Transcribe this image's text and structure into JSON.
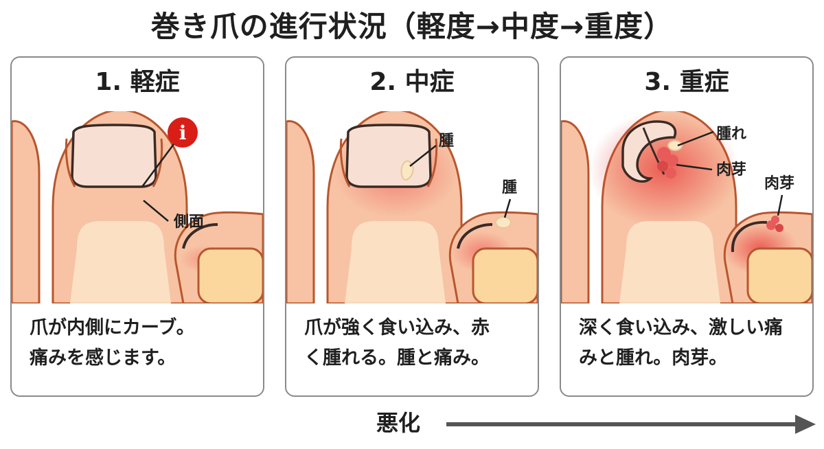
{
  "title": "巻き爪の進行状況（軽度→中度→重度）",
  "panels": [
    {
      "title": "1. 軽症",
      "callouts": [
        "側面"
      ],
      "description": [
        "爪が内側にカーブ。",
        "痛みを感じます。"
      ],
      "info_icon": "i"
    },
    {
      "title": "2. 中症",
      "callouts": [
        "腫",
        "腫"
      ],
      "description": [
        "爪が強く食い込み、赤",
        "く腫れる。腫と痛み。"
      ]
    },
    {
      "title": "3. 重症",
      "callouts": [
        "腫れ",
        "肉芽",
        "肉芽"
      ],
      "description": [
        "深く食い込み、激しい痛",
        "みと腫れ。肉芽。"
      ]
    }
  ],
  "progress": {
    "label": "悪化"
  },
  "colors": {
    "skin": "#f7c3a4",
    "skin_outline": "#b8562e",
    "nail": "#f7e0d3",
    "nail_outline": "#3a2a25",
    "inflammation": "#ee4a4a",
    "info_icon": "#d91e18",
    "bone": "#fbe3c8",
    "arrow": "#555555"
  }
}
